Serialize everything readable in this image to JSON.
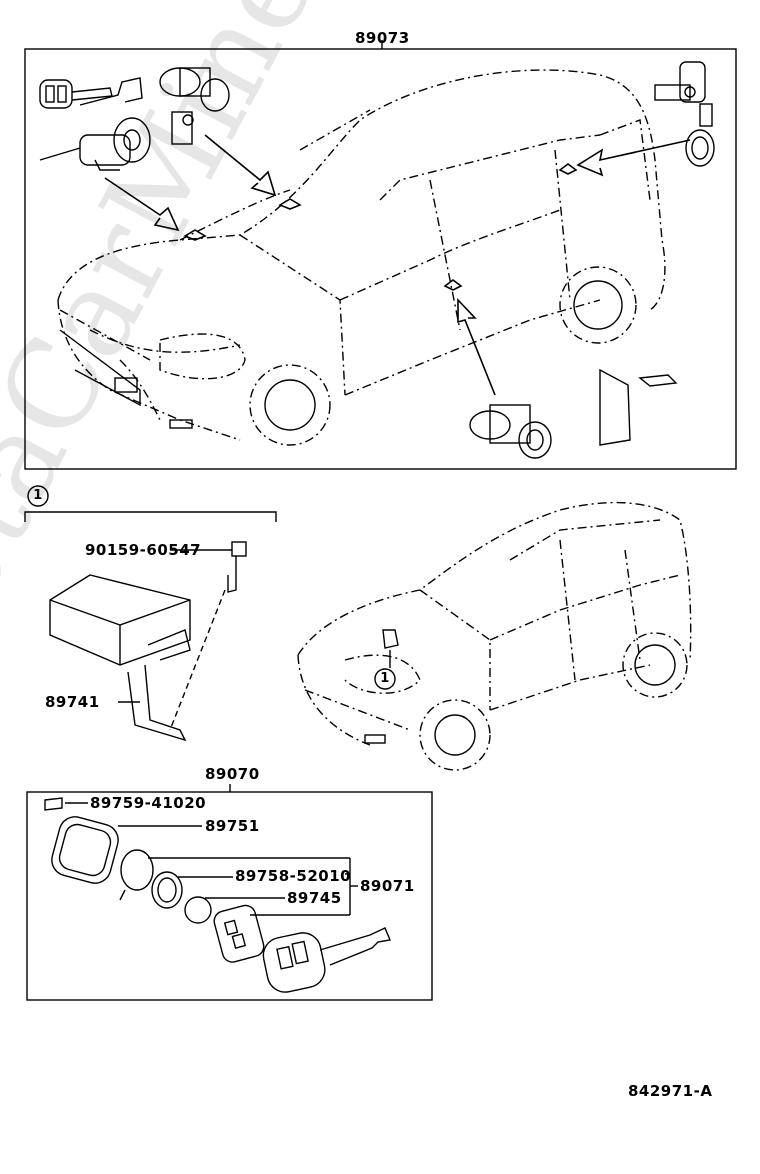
{
  "watermark": "ToyotaCarMine.ru",
  "callout_number": "1",
  "labels": {
    "top_kit": "89073",
    "bolt": "90159-60547",
    "ecu": "89741",
    "bottom_kit": "89070",
    "screw": "89759-41020",
    "case": "89751",
    "set": "89071",
    "cover": "89758-52010",
    "battery": "89745",
    "figure_id": "842971-A"
  }
}
